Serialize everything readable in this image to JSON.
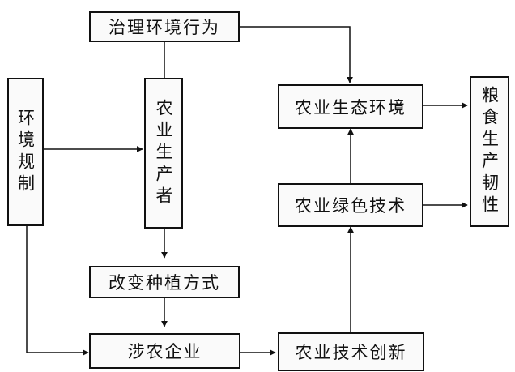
{
  "nodes": {
    "governance": "治理环境行为",
    "regulation": "环境规制",
    "producer": "农业生产者",
    "planting": "改变种植方式",
    "enterprise": "涉农企业",
    "innovation": "农业技术创新",
    "green_tech": "农业绿色技术",
    "eco_env": "农业生态环境",
    "resilience": "粮食生产韧性"
  }
}
